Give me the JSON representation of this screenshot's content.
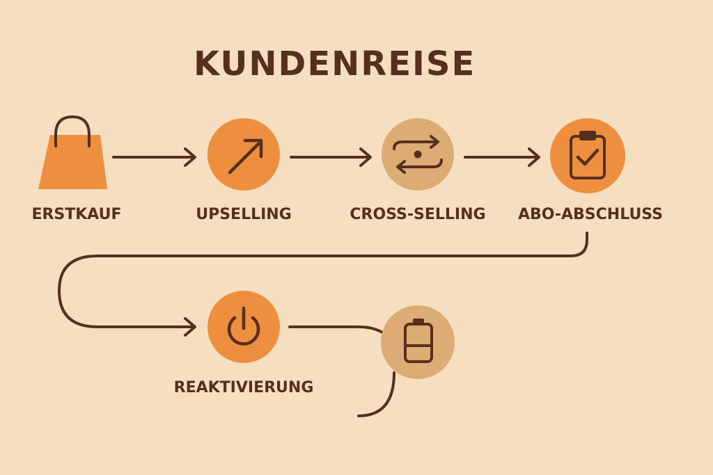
{
  "title": "KUNDENREISE",
  "colors": {
    "background": "#f5dfc0",
    "dark": "#55301f",
    "orange": "#ee8f3f",
    "tan": "#ddab74"
  },
  "steps": [
    {
      "label": "ERSTKAUF",
      "icon": "shopping-bag-icon"
    },
    {
      "label": "UPSELLING",
      "icon": "arrow-up-right-icon"
    },
    {
      "label": "CROSS-SELLING",
      "icon": "swap-arrows-icon"
    },
    {
      "label": "ABO-ABSCHLUSS",
      "icon": "clipboard-check-icon"
    },
    {
      "label": "REAKTIVIERUNG",
      "icon": "power-icon"
    },
    {
      "label": "",
      "icon": "battery-icon"
    }
  ]
}
